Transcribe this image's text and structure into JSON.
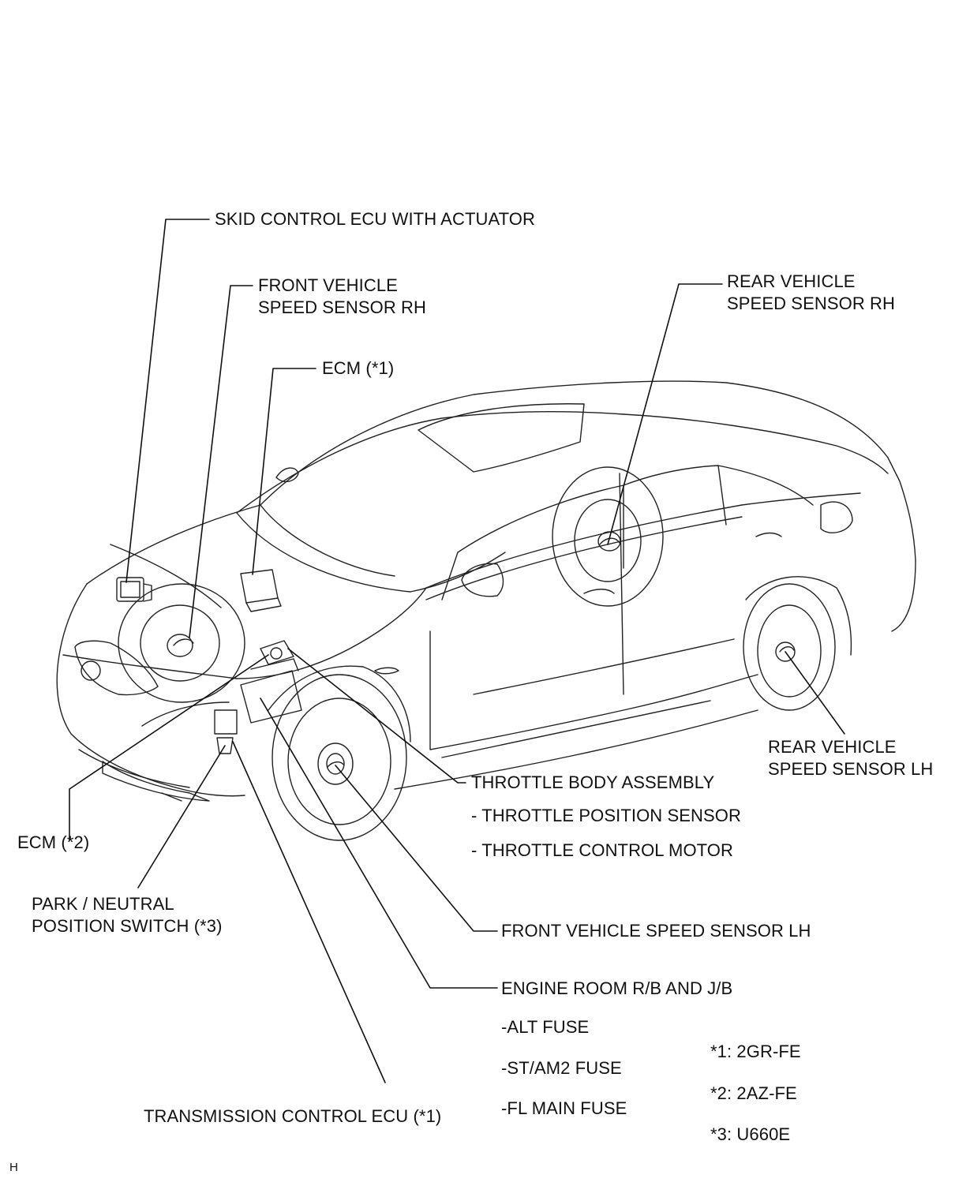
{
  "labels": {
    "skid_control_ecu": "SKID CONTROL ECU WITH ACTUATOR",
    "front_speed_rh_1": "FRONT VEHICLE",
    "front_speed_rh_2": "SPEED SENSOR RH",
    "ecm_1": "ECM (*1)",
    "rear_speed_rh_1": "REAR VEHICLE",
    "rear_speed_rh_2": "SPEED SENSOR RH",
    "rear_speed_lh_1": "REAR VEHICLE",
    "rear_speed_lh_2": "SPEED SENSOR LH",
    "throttle_body": "THROTTLE BODY ASSEMBLY",
    "throttle_position": "- THROTTLE POSITION SENSOR",
    "throttle_motor": "- THROTTLE CONTROL MOTOR",
    "ecm_2": "ECM (*2)",
    "pnp_switch_1": "PARK / NEUTRAL",
    "pnp_switch_2": "POSITION SWITCH  (*3)",
    "front_speed_lh": "FRONT VEHICLE SPEED SENSOR LH",
    "engine_room_rb": "ENGINE ROOM R/B AND J/B",
    "alt_fuse": "-ALT FUSE",
    "st_am2_fuse": "-ST/AM2 FUSE",
    "fl_main_fuse": "-FL MAIN FUSE",
    "tcm": "TRANSMISSION CONTROL ECU (*1)"
  },
  "notes": {
    "n1": "*1: 2GR-FE",
    "n2": "*2: 2AZ-FE",
    "n3": "*3: U660E"
  },
  "corner_mark": "H",
  "colors": {
    "ink": "#111111",
    "background": "#ffffff"
  }
}
